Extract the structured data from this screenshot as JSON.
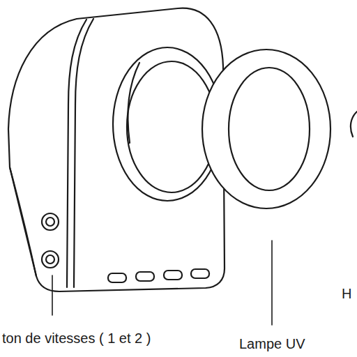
{
  "diagram": {
    "labels": [
      "ton de vitesses ( 1 et 2 )",
      "Lampe UV",
      "H"
    ]
  }
}
